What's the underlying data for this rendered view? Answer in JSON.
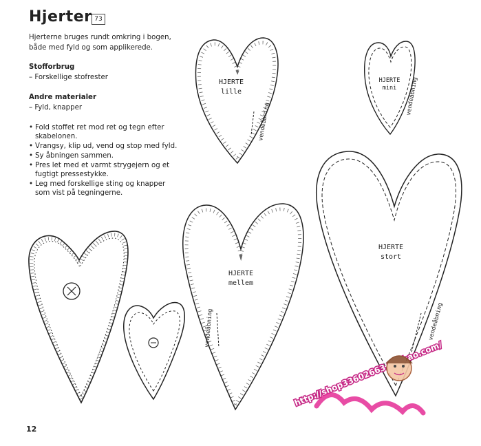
{
  "header": {
    "title": "Hjerter",
    "page_badge": "73"
  },
  "intro": "Hjerterne bruges rundt omkring i bogen, både med fyld og som applikerede.",
  "stofforbrug": {
    "heading": "Stofforbrug",
    "item": "– Forskellige stofrester"
  },
  "andre": {
    "heading": "Andre materialer",
    "item": "– Fyld, knapper"
  },
  "steps": [
    "Fold stoffet ret mod ret og tegn efter skabelonen.",
    "Vrangsy, klip ud, vend og stop med fyld.",
    "Sy åbningen sammen.",
    "Pres let med et varmt strygejern og et fugtigt pressestykke.",
    "Leg med forskellige sting og knapper som vist på tegningerne."
  ],
  "templates": {
    "lille": {
      "line1": "HJERTE",
      "line2": "lille",
      "opening": "vendeåbning"
    },
    "mini": {
      "line1": "HJERTE",
      "line2": "mini",
      "opening": "vendeåbning"
    },
    "mellem": {
      "line1": "HJERTE",
      "line2": "mellem",
      "opening": "vendeåbning"
    },
    "stort": {
      "line1": "HJERTE",
      "line2": "stort",
      "opening": "vendeåbning"
    }
  },
  "watermark": {
    "url": "http://shop33602663.taobao.com/"
  },
  "page_number": "12"
}
